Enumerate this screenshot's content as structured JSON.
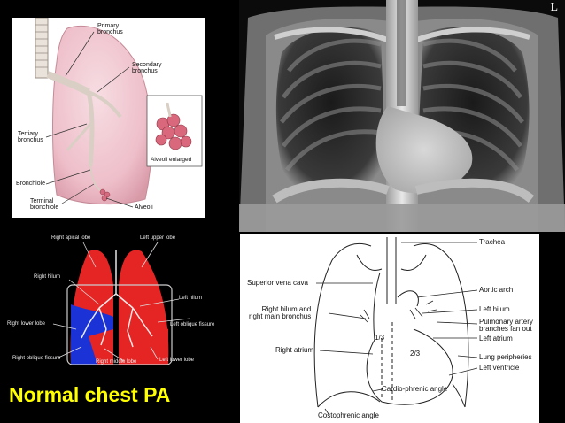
{
  "anatomy_panel": {
    "labels": {
      "primary_bronchus": "Primary\nbronchus",
      "secondary_bronchus": "Secondary\nbronchus",
      "tertiary_bronchus": "Tertiary\nbronchus",
      "bronchiole": "Bronchiole",
      "terminal_bronchiole": "Terminal\nbronchiole",
      "alveoli": "Alveoli",
      "alveoli_enlarged": "Alveoli enlarged"
    }
  },
  "xray_panel": {
    "marker": "L"
  },
  "lobes_panel": {
    "labels": {
      "right_apical_lobe": "Right apical lobe",
      "left_upper_lobe": "Left upper lobe",
      "right_hilum": "Right hilum",
      "left_hilum": "Left hilum",
      "left_oblique_fissure": "Left oblique fissure",
      "right_lower_lobe": "Right lower lobe",
      "right_oblique_fissure": "Right oblique fissure",
      "right_middle_lobe": "Right middle lobe",
      "left_lower_lobe": "Left lower lobe"
    }
  },
  "diagram_panel": {
    "labels": {
      "trachea": "Trachea",
      "superior_vena_cava": "Superior vena cava",
      "aortic_arch": "Aortic arch",
      "right_hilum": "Right hilum and\nright main bronchus",
      "left_hilum": "Left hilum",
      "pulmonary_artery": "Pulmonary artery\nbranches fan out",
      "left_atrium": "Left atrium",
      "right_atrium": "Right atrium",
      "lung_peripheries": "Lung peripheries",
      "left_ventricle": "Left ventricle",
      "cardio_phrenic": "Cardio-phrenic angle",
      "costophrenic": "Costophrenic angle",
      "one_third": "1/3",
      "two_thirds": "2/3"
    }
  },
  "caption": "Normal chest PA",
  "colors": {
    "caption": "#ffff00",
    "lobe_red": "#e52424",
    "lobe_blue": "#1b33d6"
  }
}
